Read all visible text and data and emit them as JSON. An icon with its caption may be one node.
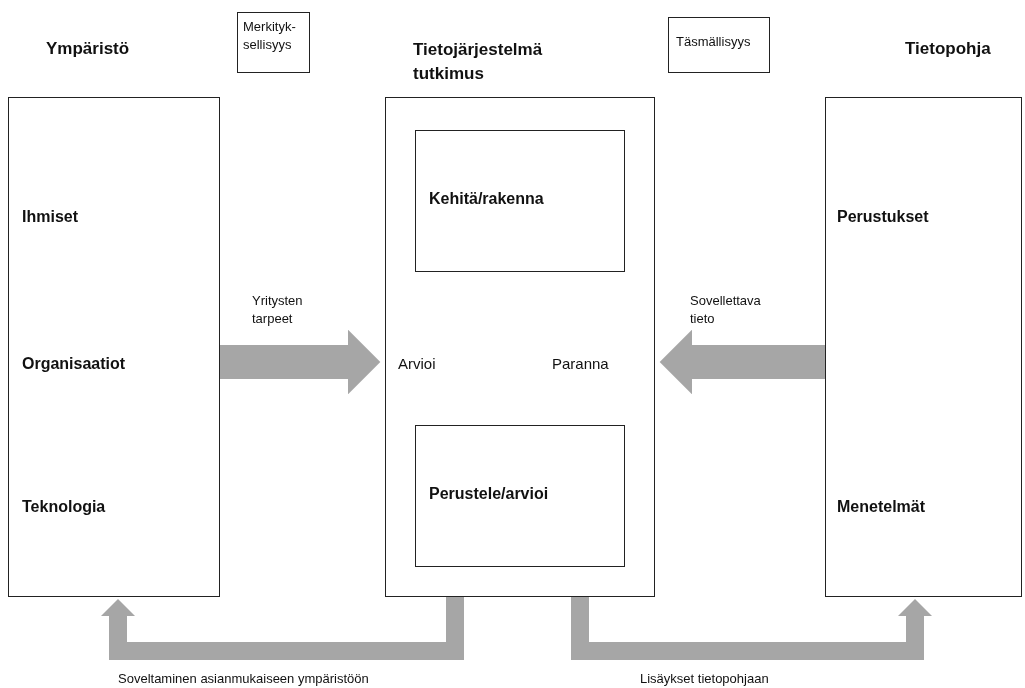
{
  "diagram": {
    "nodes": [
      {
        "text": [
          "Ympäristö",
          "Ihmiset",
          "Organisaatiot",
          "Teknologia"
        ]
      },
      {
        "text": [
          "Merkityk- sellisyys"
        ]
      },
      {
        "text": [
          "Tietojärjestelmä tutkimus",
          "Arvioi",
          "Paranna"
        ]
      },
      {
        "text": [
          "Kehitä/rakenna"
        ],
        "in": 2
      },
      {
        "text": [
          "Perustele/arvioi"
        ],
        "in": 2
      },
      {
        "text": [
          "Täsmällisyys"
        ]
      },
      {
        "text": [
          "Tietopohja",
          "Perustukset",
          "Menetelmät"
        ]
      }
    ],
    "edges": [
      {
        "from": 0,
        "to": 2,
        "arrow": "to",
        "label": "Yritysten tarpeet",
        "style": "thick"
      },
      {
        "from": 6,
        "to": 2,
        "arrow": "to",
        "label": "Sovellettava tieto",
        "style": "thick"
      },
      {
        "from": 2,
        "to": 0,
        "arrow": "to",
        "label": "Soveltaminen asianmukaiseen ympäristöön"
      },
      {
        "from": 2,
        "to": 6,
        "arrow": "to",
        "label": "Lisäykset tietopohjaan"
      }
    ]
  }
}
